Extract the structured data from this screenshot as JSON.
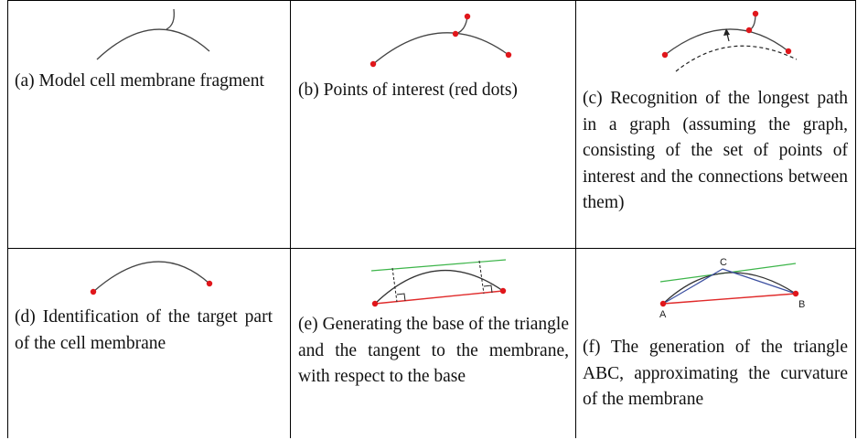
{
  "panels": [
    {
      "id": "a",
      "caption": "(a) Model cell membrane fragment"
    },
    {
      "id": "b",
      "caption": "(b) Points of interest (red dots)"
    },
    {
      "id": "c",
      "caption": "(c) Recognition of the longest path in a graph (assuming the graph, consisting of the set of points of interest and the connections between them)"
    },
    {
      "id": "d",
      "caption": "(d) Identification of the target part of the cell membrane"
    },
    {
      "id": "e",
      "caption": "(e) Generating the base of the triangle and the tangent to the membrane, with respect to the base"
    },
    {
      "id": "f",
      "caption": "(f) The generation of the triangle ABC, approximating the curvature of the membrane"
    }
  ],
  "vertex_labels": {
    "a": "A",
    "b": "B",
    "c": "C"
  },
  "colors": {
    "membrane": "#444444",
    "point": "#e0161b",
    "base": "#e02a2a",
    "tangent": "#3db54a",
    "triangle": "#3b4fa0",
    "text": "#111111",
    "border": "#000000"
  }
}
